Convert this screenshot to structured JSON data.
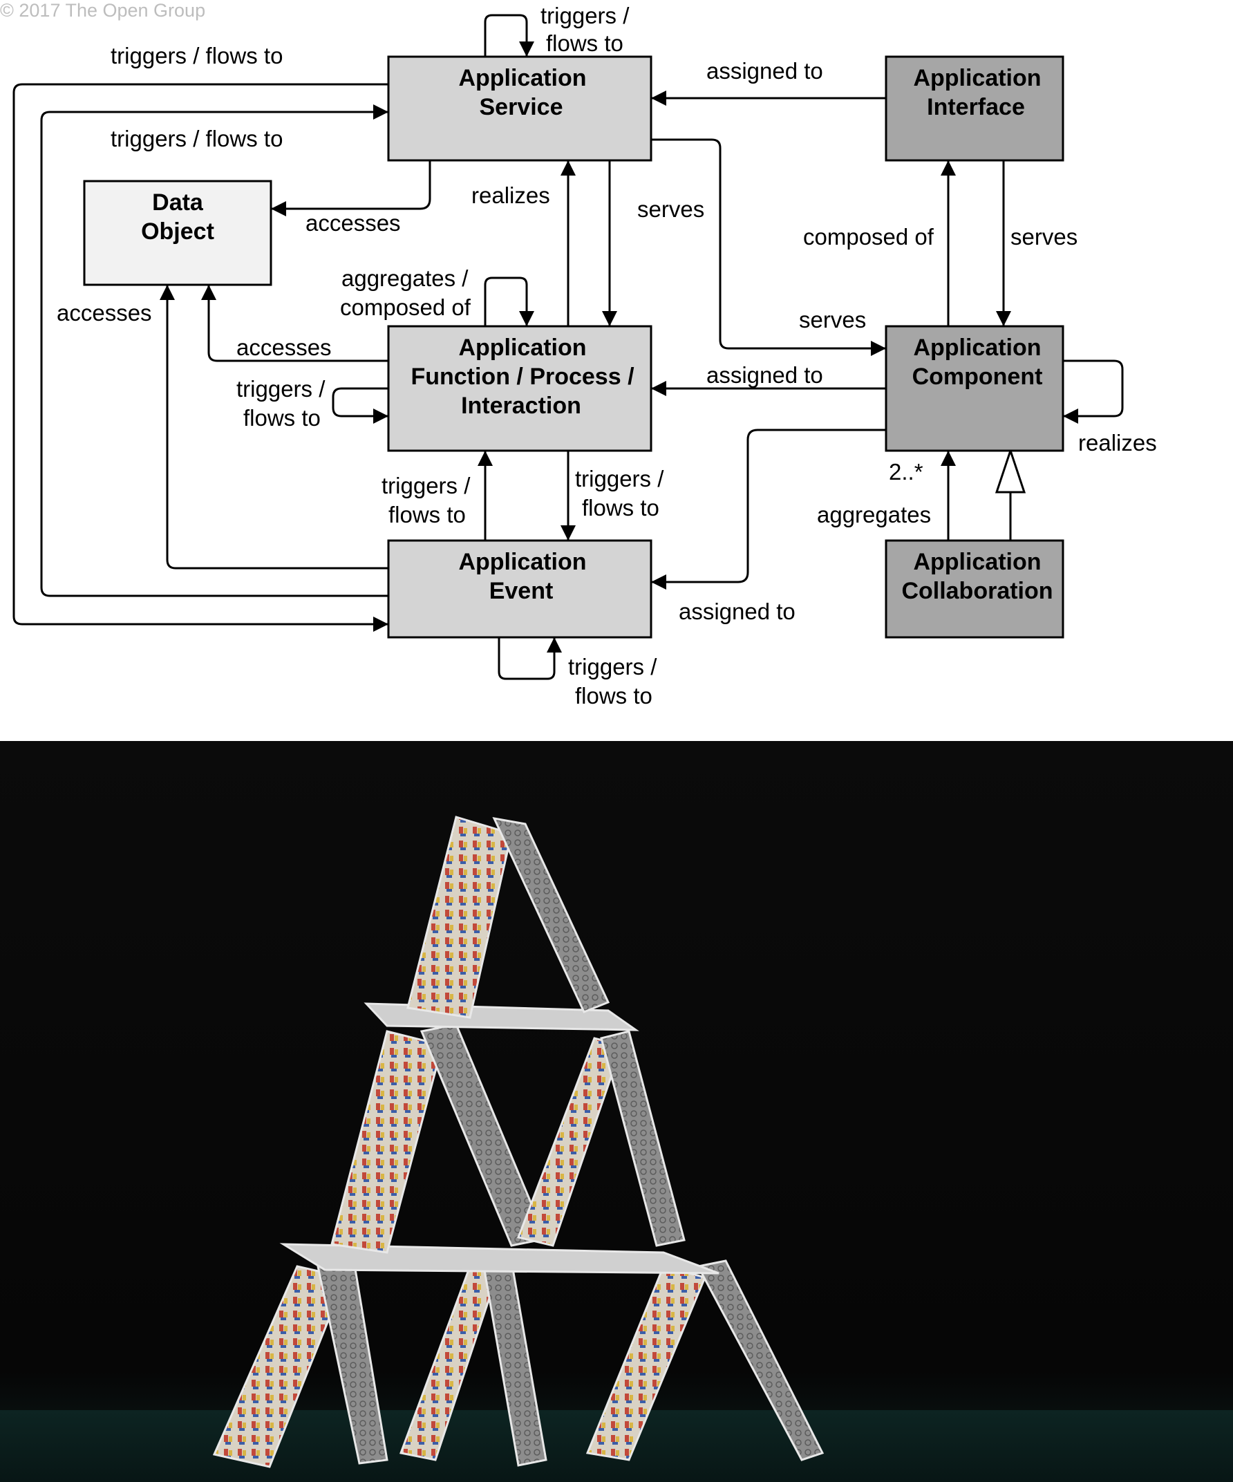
{
  "copyright": "© 2017 The Open Group",
  "colors": {
    "light_box": "#d4d4d4",
    "dark_box": "#a6a6a6",
    "data_object_box": "#f2f2f2",
    "line": "#000000",
    "copyright_text": "#bdbdbd",
    "photo_background": "#070707",
    "photo_table": "#0e2422"
  },
  "nodes": {
    "application_service": {
      "line1": "Application",
      "line2": "Service"
    },
    "application_interface": {
      "line1": "Application",
      "line2": "Interface"
    },
    "data_object": {
      "line1": "Data",
      "line2": "Object"
    },
    "application_function": {
      "line1": "Application",
      "line2": "Function / Process /",
      "line3": "Interaction"
    },
    "application_component": {
      "line1": "Application",
      "line2": "Component"
    },
    "application_event": {
      "line1": "Application",
      "line2": "Event"
    },
    "application_collaboration": {
      "line1": "Application",
      "line2": "Collaboration"
    }
  },
  "relations": {
    "service_self_line1": "triggers /",
    "service_self_line2": "flows to",
    "event_to_service_outer": "triggers / flows to",
    "event_to_service_inner": "triggers / flows to",
    "interface_assigned_service": "assigned to",
    "service_accesses_data": "accesses",
    "function_realizes_service": "realizes",
    "service_serves_function": "serves",
    "service_serves_component": "serves",
    "interface_composed_of": "composed of",
    "interface_serves_component": "serves",
    "function_aggregates_line1": "aggregates /",
    "function_aggregates_line2": "composed of",
    "event_accesses_data": "accesses",
    "function_accesses_data": "accesses",
    "function_self_line1": "triggers /",
    "function_self_line2": "flows to",
    "component_assigned_function": "assigned to",
    "component_realizes": "realizes",
    "component_multiplicity": "2..*",
    "collaboration_aggregates": "aggregates",
    "event_triggers_function_line1": "triggers /",
    "event_triggers_function_line2": "flows to",
    "function_triggers_event_line1": "triggers /",
    "function_triggers_event_line2": "flows to",
    "component_assigned_event": "assigned to",
    "event_self_line1": "triggers /",
    "event_self_line2": "flows to"
  },
  "photo": {
    "subject": "house of cards photograph"
  }
}
